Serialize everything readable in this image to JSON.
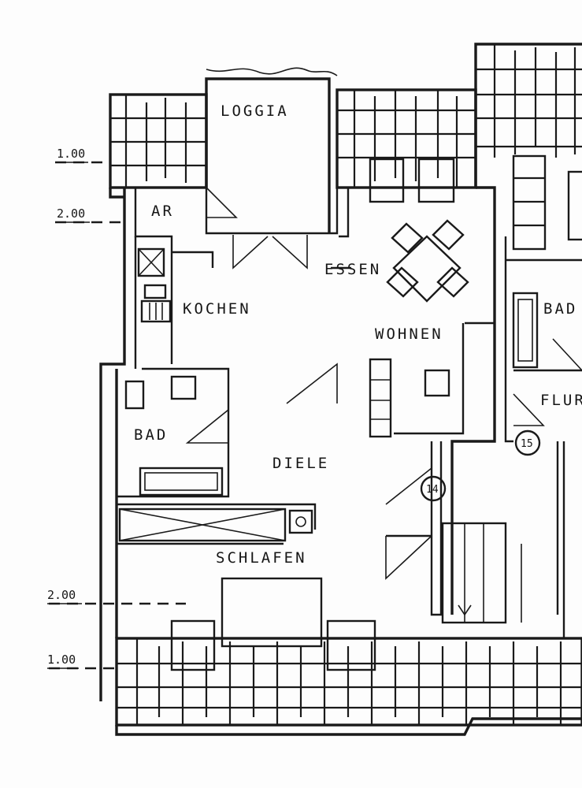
{
  "rooms": {
    "loggia": "LOGGIA",
    "ar": "AR",
    "essen": "ESSEN",
    "kochen": "KOCHEN",
    "wohnen": "WOHNEN",
    "bad_left": "BAD",
    "bad_right": "BAD",
    "flur": "FLUR",
    "diele": "DIELE",
    "schlafen": "SCHLAFEN"
  },
  "dimensions": {
    "top_100": "1.00",
    "top_200": "2.00",
    "bottom_200": "2.00",
    "bottom_100": "1.00"
  },
  "markers": {
    "stair_14": "14",
    "stair_15": "15"
  }
}
